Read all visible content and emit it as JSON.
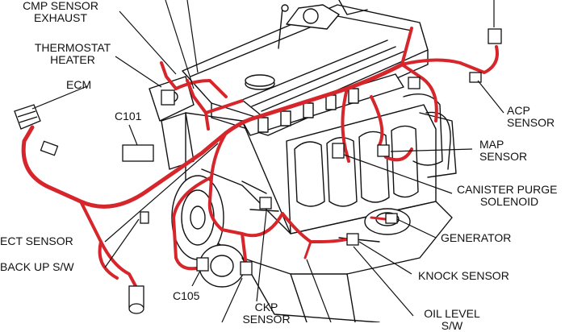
{
  "diagram": {
    "harness_color": "#d7262b",
    "line_color": "#111111",
    "labels": {
      "cmp_sensor_exhaust_l1": "CMP SENSOR",
      "cmp_sensor_exhaust_l2": "EXHAUST",
      "thermostat_heater_l1": "THERMOSTAT",
      "thermostat_heater_l2": "HEATER",
      "ecm": "ECM",
      "c101": "C101",
      "ect_sensor": "ECT SENSOR",
      "back_up_sw": "BACK UP S/W",
      "c105": "C105",
      "ckp_sensor_l1": "CKP",
      "ckp_sensor_l2": "SENSOR",
      "acp_sensor_l1": "ACP",
      "acp_sensor_l2": "SENSOR",
      "map_sensor_l1": "MAP",
      "map_sensor_l2": "SENSOR",
      "canister_purge_l1": "CANISTER PURGE",
      "canister_purge_l2": "SOLENOID",
      "generator": "GENERATOR",
      "knock_sensor": "KNOCK SENSOR",
      "oil_level_l1": "OIL LEVEL",
      "oil_level_l2": "S/W"
    }
  }
}
